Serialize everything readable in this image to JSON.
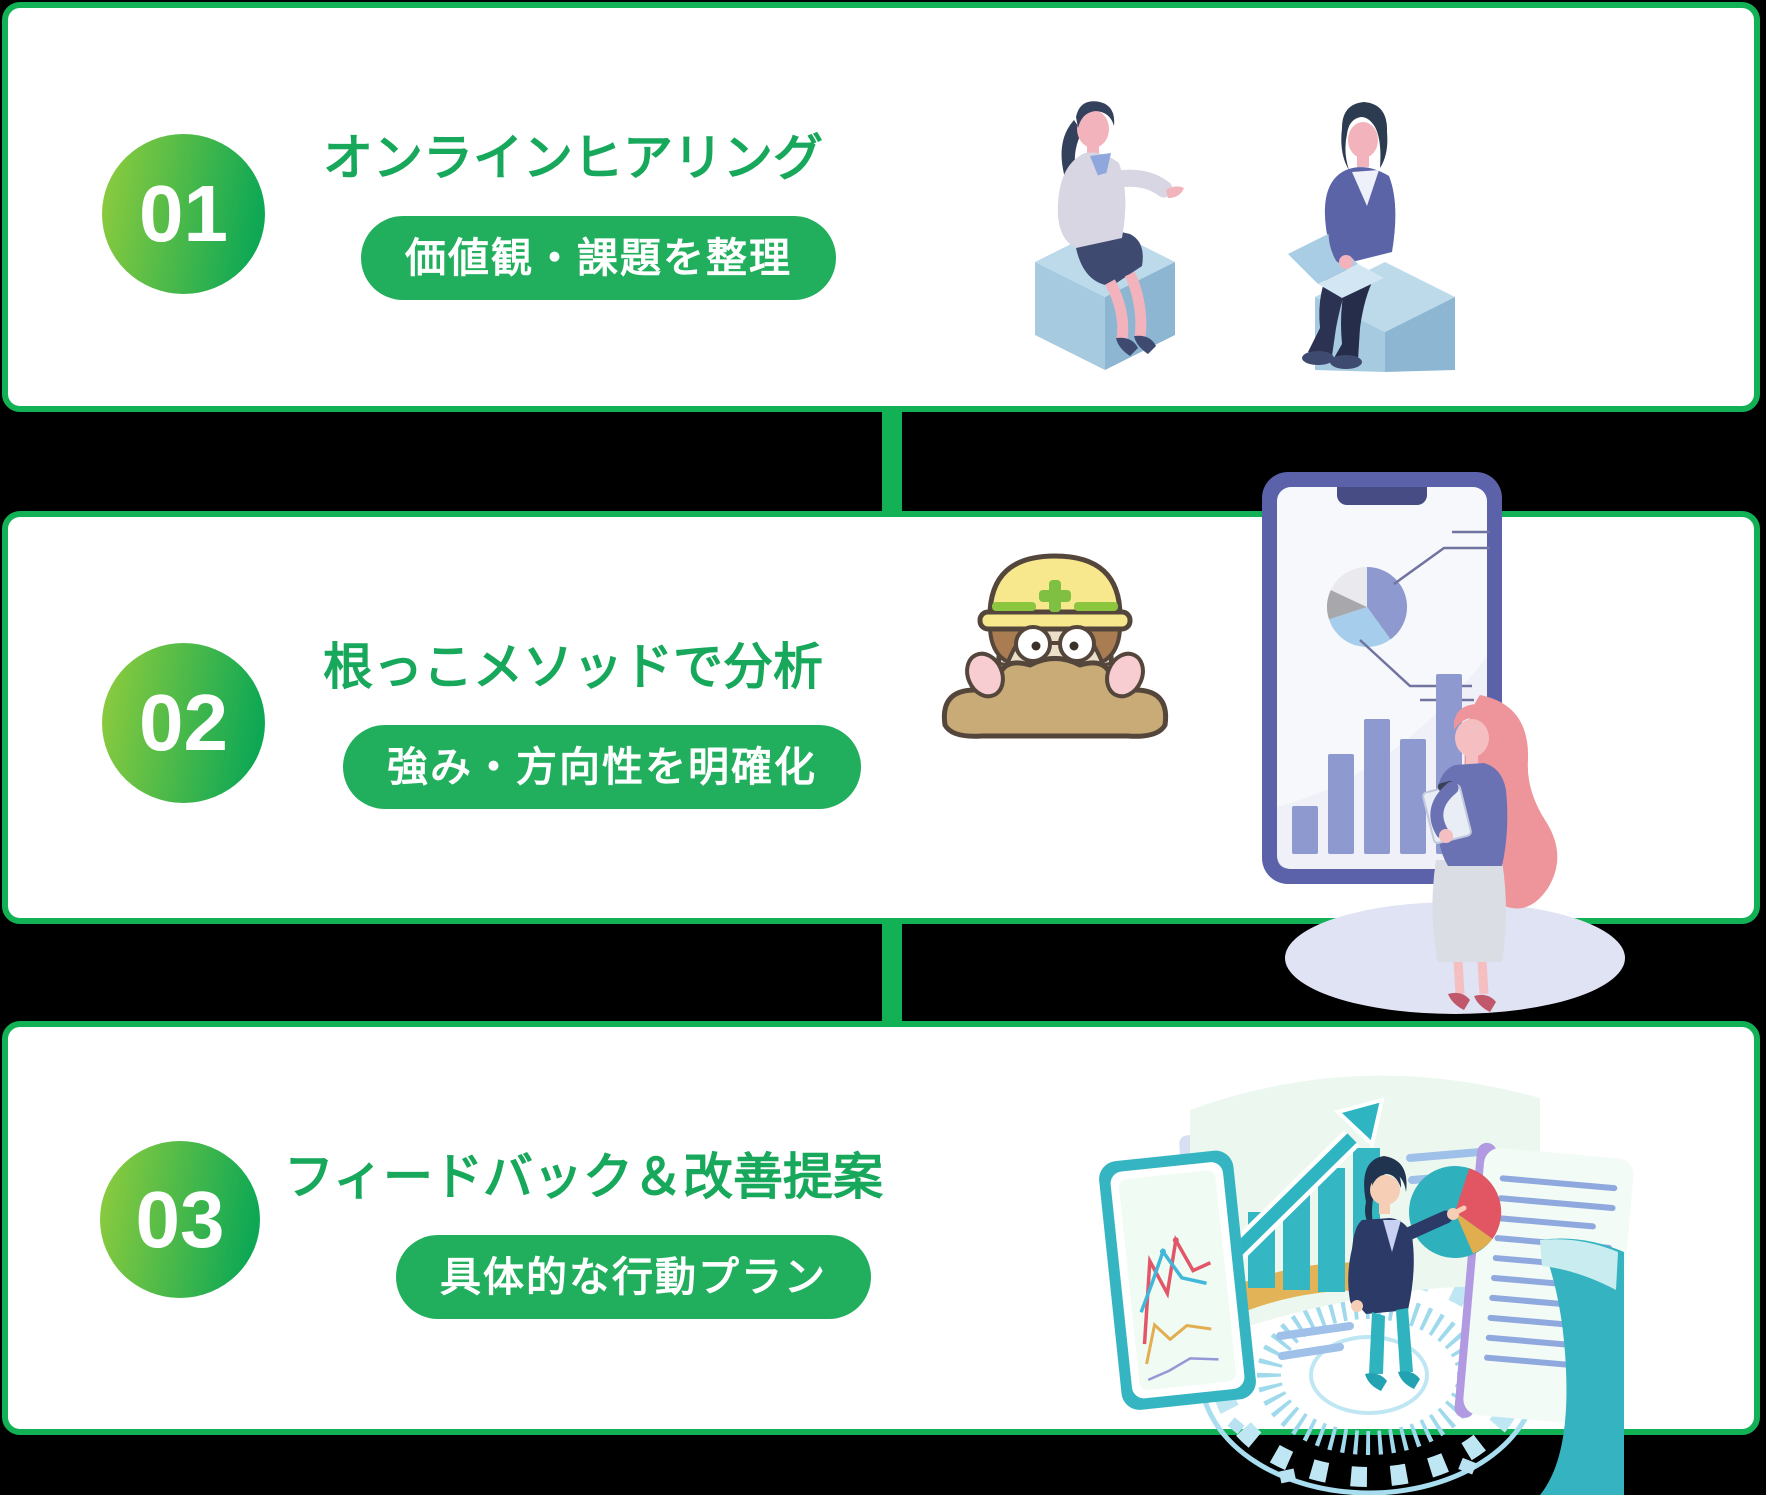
{
  "background": "#000000",
  "colors": {
    "accent_green": "#12b155",
    "badge_gradient_start": "#8bcb3e",
    "badge_gradient_end": "#0ea855",
    "title_green": "#18a85b",
    "pill_green": "#21af5e",
    "phone_indigo": "#5b62a9",
    "chart_periwinkle": "#8d99cf",
    "teal": "#35b5c2",
    "platform_blue": "#bfe7f3",
    "mound_brown": "#c9ab77",
    "helmet_yellow": "#f7e88d"
  },
  "steps": [
    {
      "number": "01",
      "title": "オンラインヒアリング",
      "tag": "価値観・課題を整理",
      "illustration": "two-women-online-interview"
    },
    {
      "number": "02",
      "title": "根っこメソッドで分析",
      "tag": "強み・方向性を明確化",
      "illustration": "mole-smartphone-analytics"
    },
    {
      "number": "03",
      "title": "フィードバック＆改善提案",
      "tag": "具体的な行動プラン",
      "illustration": "presentation-dashboard"
    }
  ]
}
